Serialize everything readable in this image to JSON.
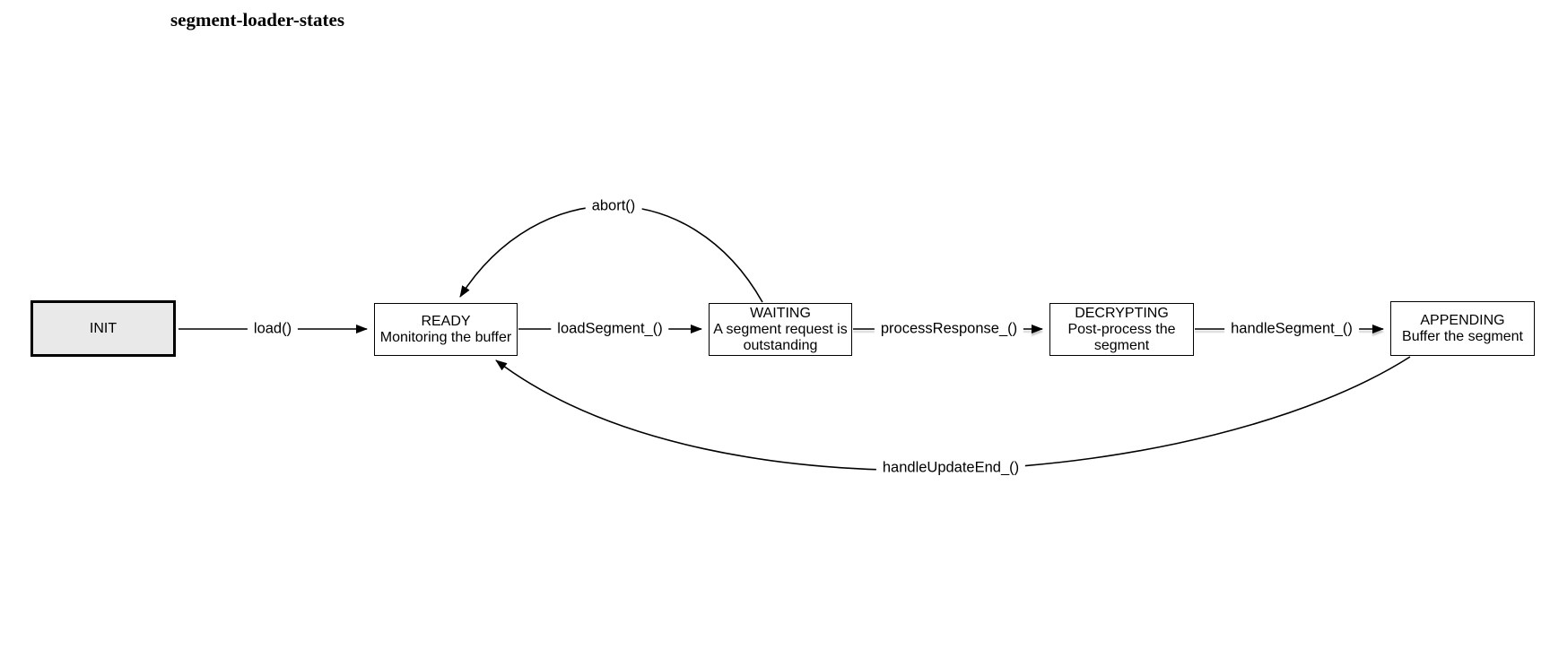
{
  "title": "segment-loader-states",
  "colors": {
    "background": "#ffffff",
    "box_border": "#000000",
    "start_state_fill": "#e9e9e9",
    "state_fill": "#ffffff",
    "edge_line": "#000000",
    "edge_shadow": "#d9d9d9",
    "text": "#000000"
  },
  "states": [
    {
      "name": "INIT",
      "description": ""
    },
    {
      "name": "READY",
      "description": "Monitoring the buffer"
    },
    {
      "name": "WAITING",
      "description": "A segment request is outstanding"
    },
    {
      "name": "DECRYPTING",
      "description": "Post-process the segment"
    },
    {
      "name": "APPENDING",
      "description": "Buffer the segment"
    }
  ],
  "transitions": [
    {
      "label": "load()",
      "from": "INIT",
      "to": "READY"
    },
    {
      "label": "loadSegment_()",
      "from": "READY",
      "to": "WAITING"
    },
    {
      "label": "processResponse_()",
      "from": "WAITING",
      "to": "DECRYPTING"
    },
    {
      "label": "handleSegment_()",
      "from": "DECRYPTING",
      "to": "APPENDING"
    },
    {
      "label": "abort()",
      "from": "WAITING",
      "to": "READY"
    },
    {
      "label": "handleUpdateEnd_()",
      "from": "APPENDING",
      "to": "READY"
    }
  ]
}
